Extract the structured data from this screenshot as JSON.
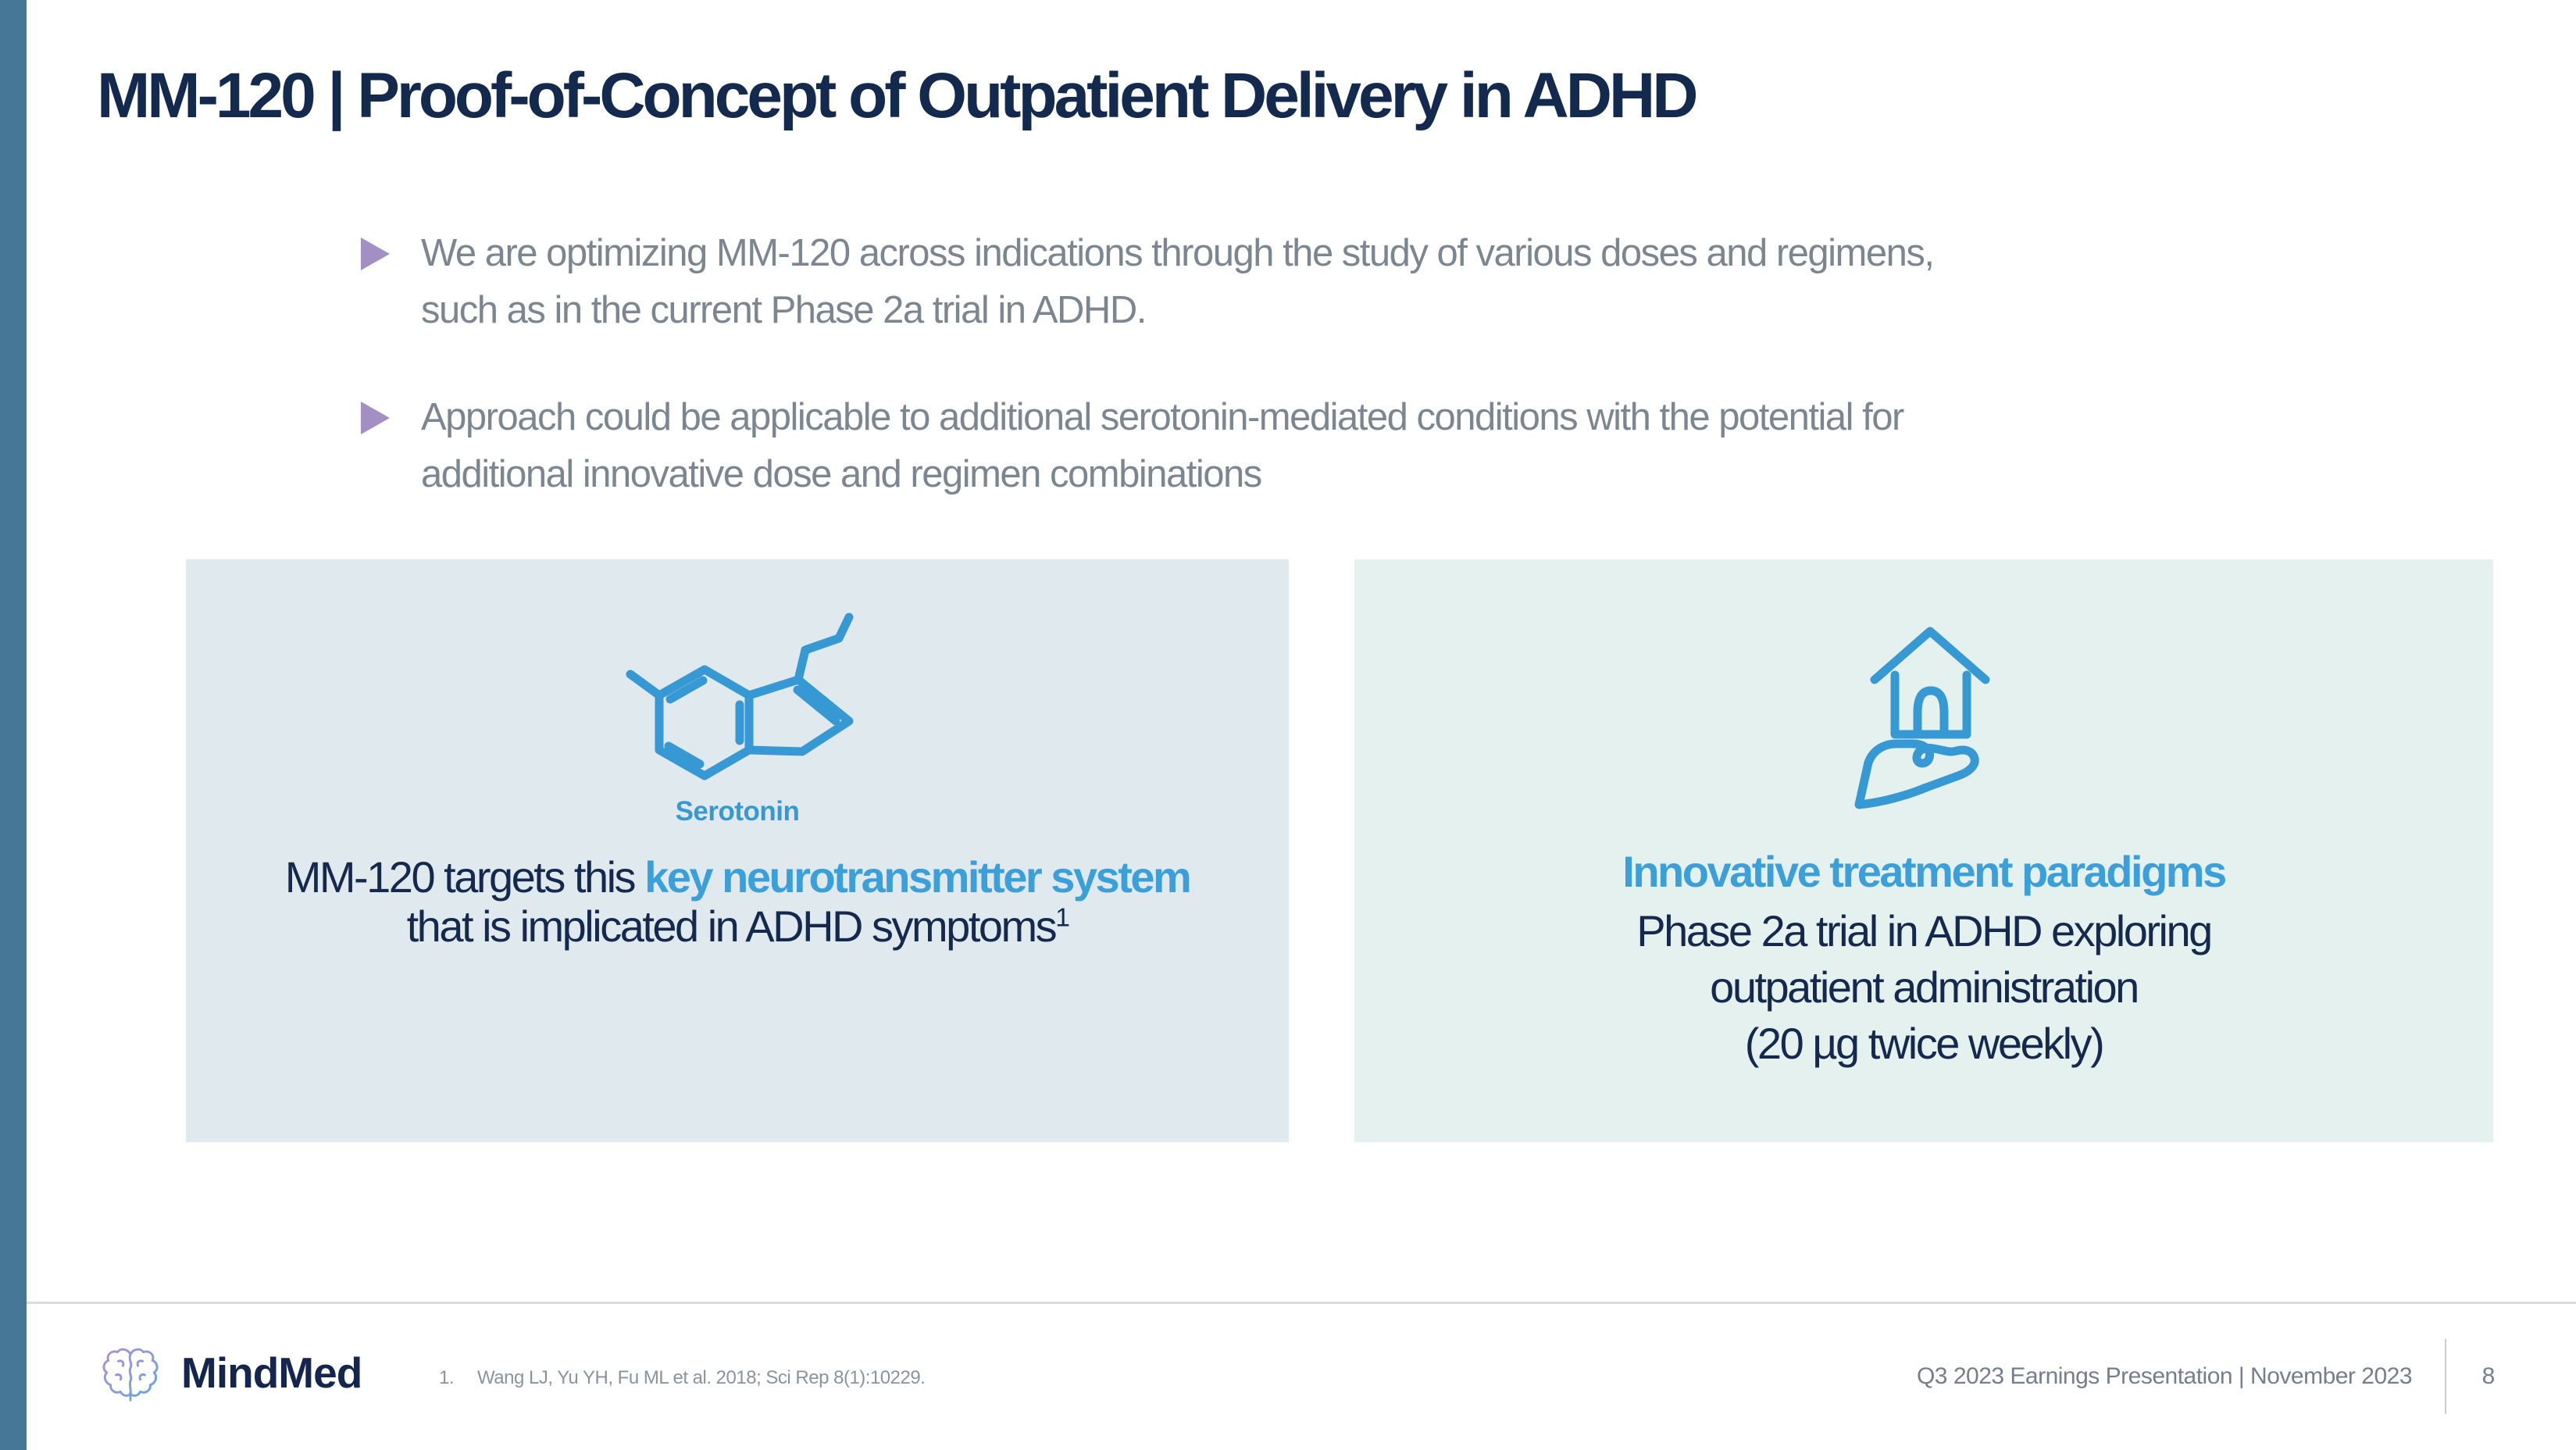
{
  "slide": {
    "title": "MM-120 | Proof-of-Concept of Outpatient Delivery in ADHD",
    "bullets": [
      {
        "lines": [
          "We are optimizing MM-120 across indications through the study of various doses and regimens,",
          "such as in the current Phase 2a trial in ADHD."
        ]
      },
      {
        "lines": [
          "Approach could be applicable to additional serotonin-mediated conditions with the potential for",
          "additional innovative dose and regimen combinations"
        ]
      }
    ],
    "left_card": {
      "icon": "serotonin-molecule-icon",
      "molecule_label": "Serotonin",
      "line1_normal": "MM-120 targets this ",
      "line1_highlight": "key neurotransmitter system",
      "line2": "that is implicated in ADHD symptoms",
      "footnote_ref": "1"
    },
    "right_card": {
      "icon": "house-in-hand-icon",
      "heading": "Innovative treatment paradigms",
      "lines": [
        "Phase 2a trial in ADHD exploring",
        "outpatient administration",
        "(20 µg twice weekly)"
      ]
    },
    "footer": {
      "brand": "MindMed",
      "citation_number": "1.",
      "citation": "Wang LJ, Yu YH, Fu ML et al. 2018; Sci Rep 8(1):10229.",
      "deck_title": "Q3 2023 Earnings Presentation | November 2023",
      "page_number": "8"
    },
    "colors": {
      "sidebar_blue": "#477797",
      "title_navy": "#13294e",
      "bullet_gray": "#7c8690",
      "bullet_purple": "#a48fc5",
      "icon_blue": "#3799d3",
      "highlight_blue": "#3b9fd9",
      "card_navy": "#15294e",
      "left_card_bg": "#dfe9ee",
      "right_card_bg": "#e5f1ef",
      "footer_gray": "#757e8a"
    }
  }
}
